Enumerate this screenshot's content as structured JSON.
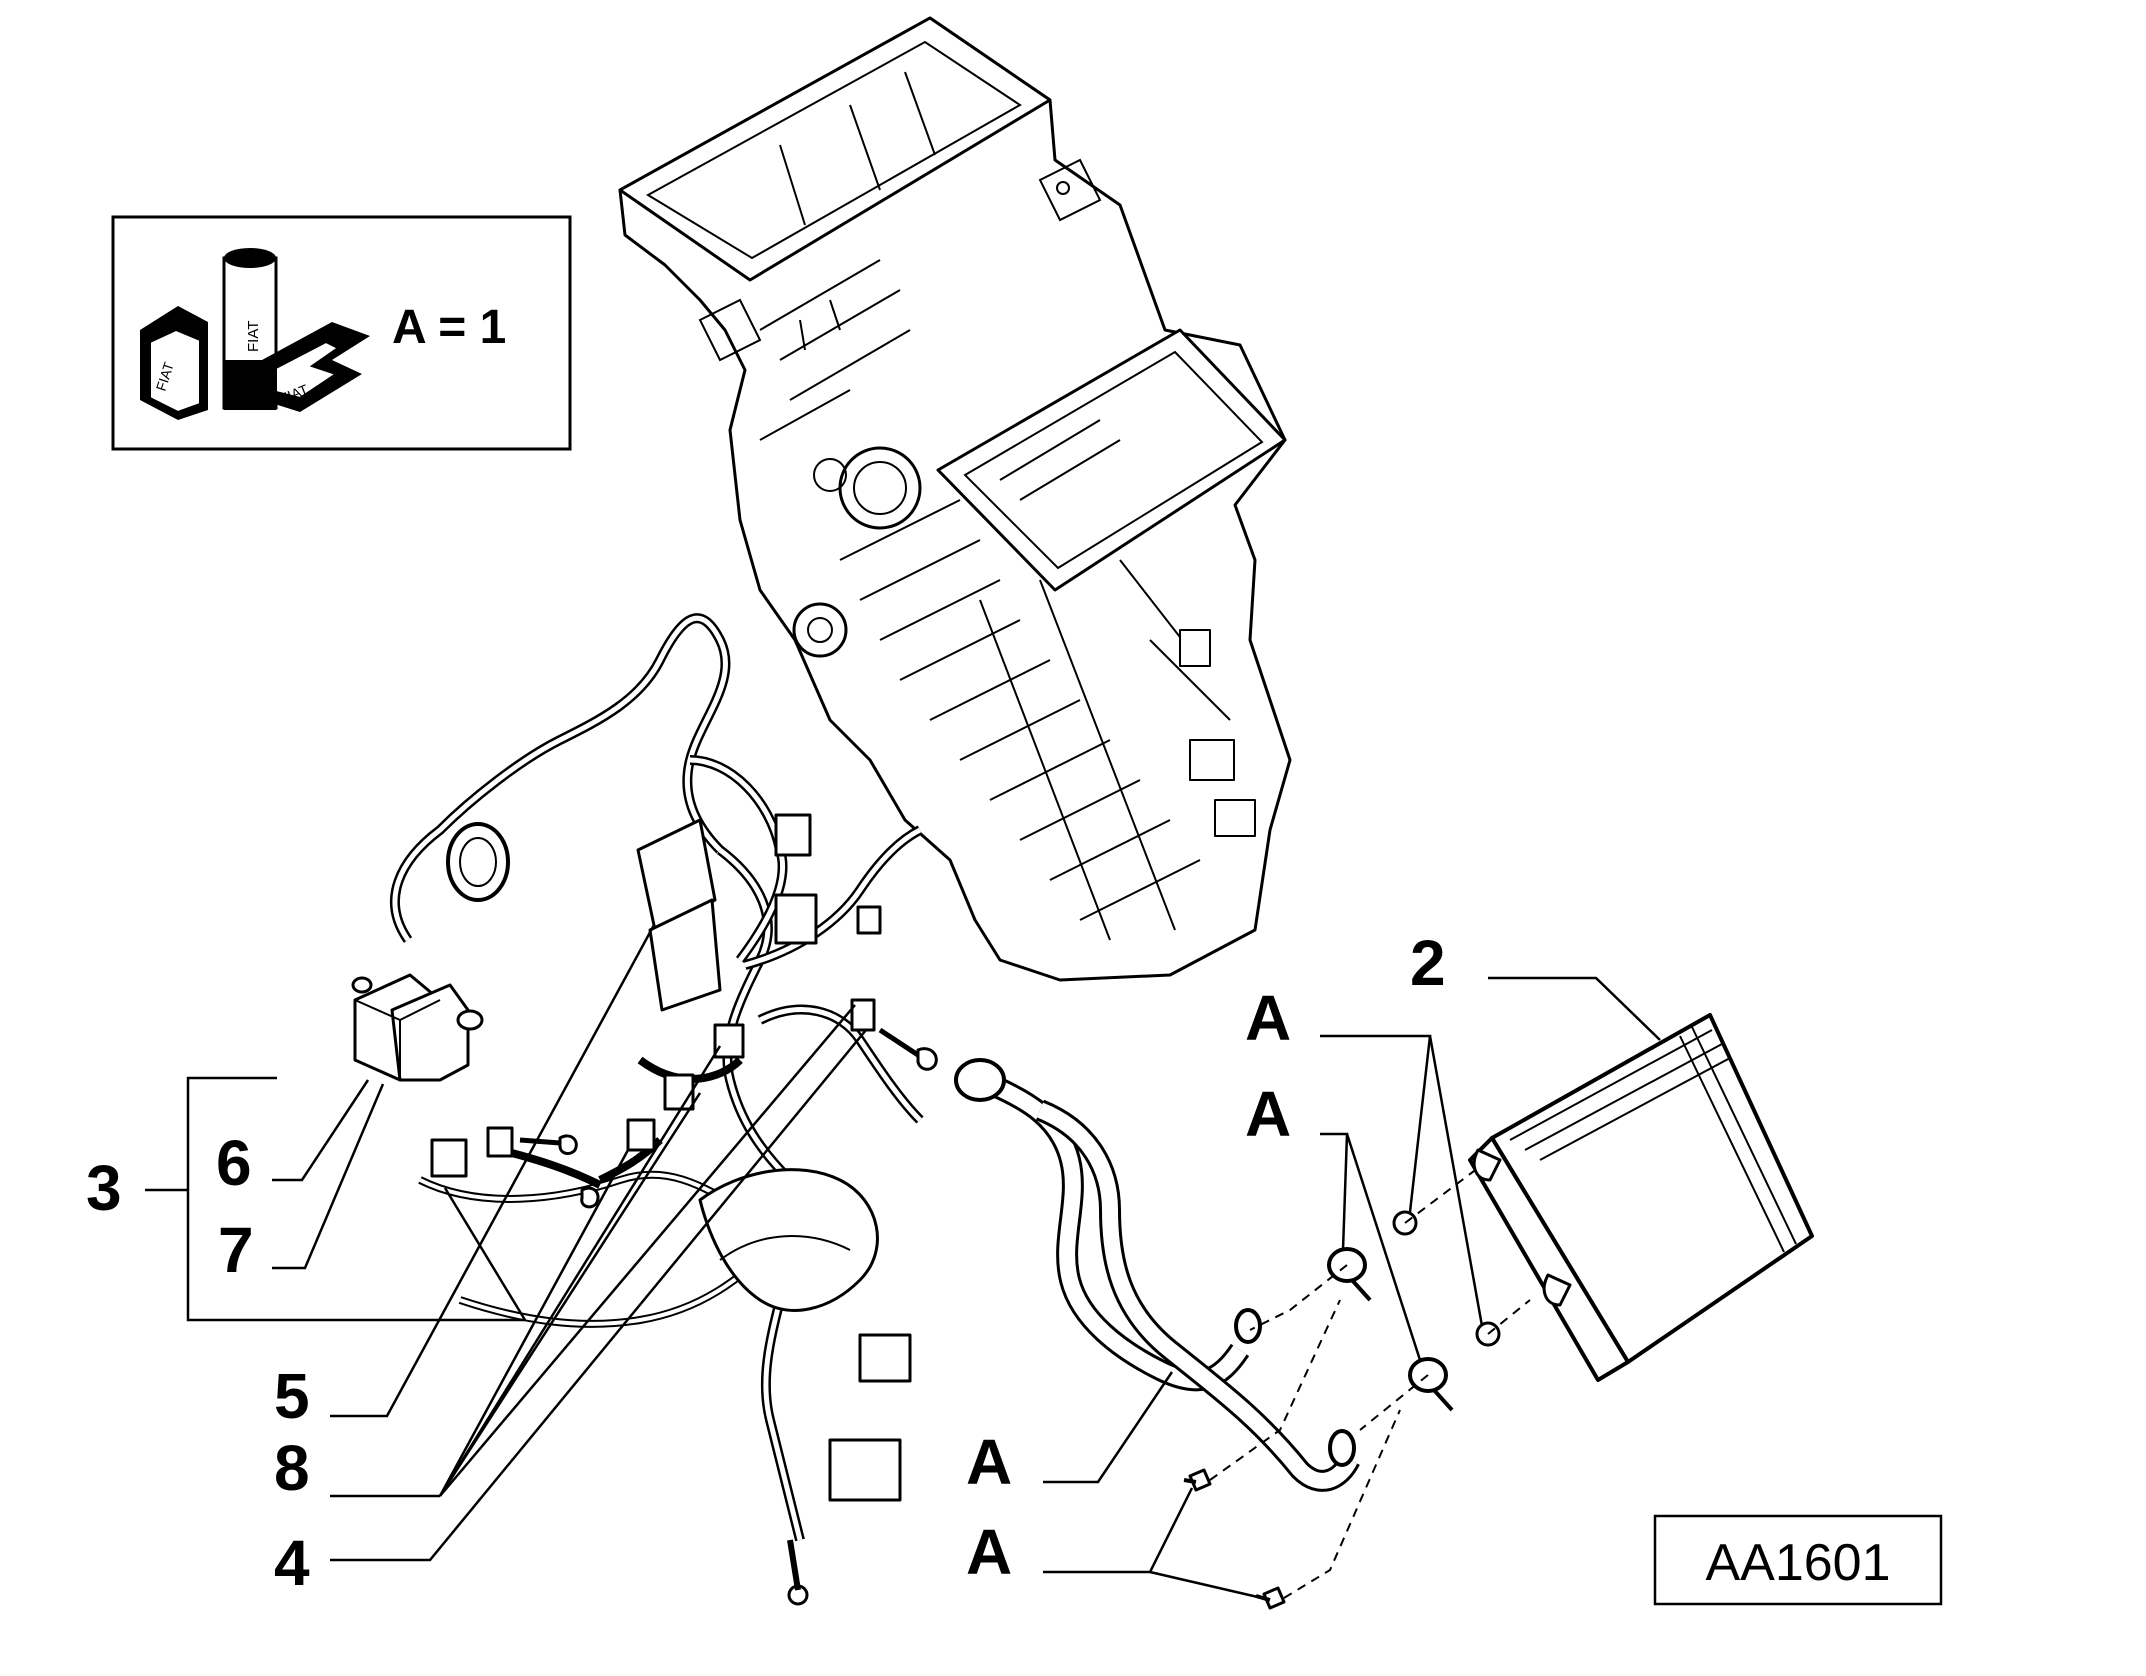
{
  "legend": {
    "brand_text": "FIAT",
    "equation": "A =  1"
  },
  "callouts": {
    "c2": "2",
    "c3": "3",
    "c4": "4",
    "c5": "5",
    "c6": "6",
    "c7": "7",
    "c8": "8",
    "a_top": "A",
    "a_mid": "A",
    "a_low1": "A",
    "a_low2": "A"
  },
  "reference": "AA1601"
}
